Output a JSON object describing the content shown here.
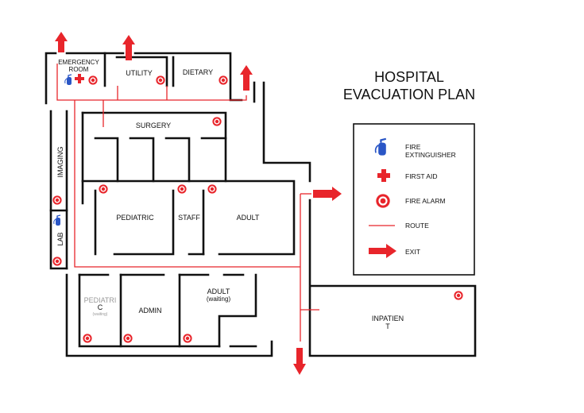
{
  "title": {
    "line1": "HOSPITAL",
    "line2": "EVACUATION PLAN"
  },
  "rooms": {
    "emergency_line1": "EMERGENCY",
    "emergency_line2": "ROOM",
    "utility": "UTILITY",
    "dietary": "DIETARY",
    "surgery": "SURGERY",
    "imaging": "IMAGING",
    "lab": "LAB",
    "pediatric": "PEDIATRIC",
    "staff": "STAFF",
    "adult": "ADULT",
    "pediatric_waiting_line1": "PEDIATRI",
    "pediatric_waiting_line2": "C",
    "pediatric_waiting_line3": "(waiting)",
    "admin": "ADMIN",
    "adult_waiting_line1": "ADULT",
    "adult_waiting_line2": "(waiting)",
    "inpatient_line1": "INPATIEN",
    "inpatient_line2": "T"
  },
  "legend": {
    "fire_extinguisher_line1": "FIRE",
    "fire_extinguisher_line2": "EXTINGUISHER",
    "first_aid": "FIRST AID",
    "fire_alarm": "FIRE ALARM",
    "route": "ROUTE",
    "exit": "EXIT"
  },
  "colors": {
    "exit_red": "#e8252b",
    "extinguisher_blue": "#2a56c6",
    "wall": "#111111"
  },
  "icons": [
    "fire-extinguisher-icon",
    "first-aid-icon",
    "fire-alarm-icon",
    "exit-arrow-icon"
  ]
}
